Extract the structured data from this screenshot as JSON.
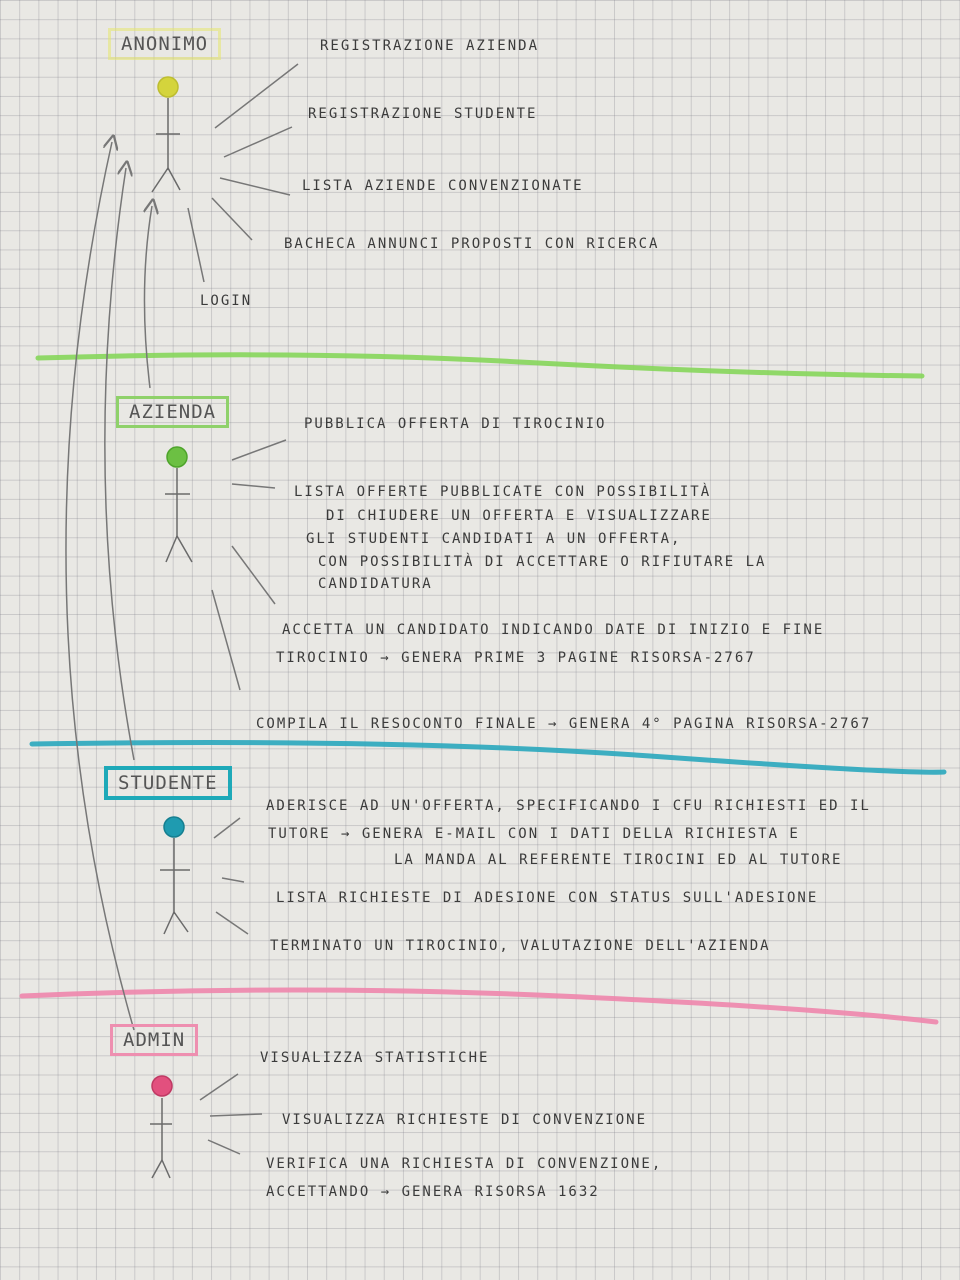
{
  "roles": {
    "anonimo": "ANONIMO",
    "azienda": "AZIENDA",
    "studente": "STUDENTE",
    "admin": "ADMIN"
  },
  "anonimo": {
    "uc1": "REGISTRAZIONE AZIENDA",
    "uc2": "REGISTRAZIONE STUDENTE",
    "uc3": "LISTA AZIENDE CONVENZIONATE",
    "uc4": "BACHECA ANNUNCI PROPOSTI CON RICERCA",
    "login": "LOGIN"
  },
  "azienda": {
    "uc1": "PUBBLICA OFFERTA DI TIROCINIO",
    "uc2_l1": "LISTA OFFERTE PUBBLICATE CON POSSIBILITÀ",
    "uc2_l2": "DI CHIUDERE UN OFFERTA E VISUALIZZARE",
    "uc2_l3": "GLI STUDENTI CANDIDATI A UN OFFERTA,",
    "uc2_l4": "CON POSSIBILITÀ DI ACCETTARE O RIFIUTARE LA",
    "uc2_l5": "CANDIDATURA",
    "uc3_l1": "ACCETTA UN CANDIDATO INDICANDO DATE DI INIZIO E FINE",
    "uc3_l2": "TIROCINIO → GENERA PRIME 3 PAGINE RISORSA-2767",
    "uc4": "COMPILA IL RESOCONTO FINALE → GENERA 4° PAGINA RISORSA-2767"
  },
  "studente": {
    "uc1_l1": "ADERISCE AD UN'OFFERTA, SPECIFICANDO I CFU RICHIESTI ED IL",
    "uc1_l2": "TUTORE → GENERA E-MAIL CON I DATI DELLA RICHIESTA E",
    "uc1_l3": "LA MANDA AL REFERENTE TIROCINI ED AL TUTORE",
    "uc2": "LISTA RICHIESTE DI ADESIONE CON STATUS SULL'ADESIONE",
    "uc3": "TERMINATO UN TIROCINIO, VALUTAZIONE DELL'AZIENDA"
  },
  "admin": {
    "uc1": "VISUALIZZA STATISTICHE",
    "uc2": "VISUALIZZA RICHIESTE DI CONVENZIONE",
    "uc3_l1": "VERIFICA UNA RICHIESTA DI CONVENZIONE,",
    "uc3_l2": "ACCETTANDO → GENERA RISORSA 1632"
  },
  "colors": {
    "anonimo": "#d4d43c",
    "azienda": "#6cc043",
    "studente": "#1f9bb0",
    "admin": "#e2507e",
    "separator_green": "#86d65a",
    "separator_blue": "#2aa7bd",
    "separator_pink": "#ee86ac"
  }
}
